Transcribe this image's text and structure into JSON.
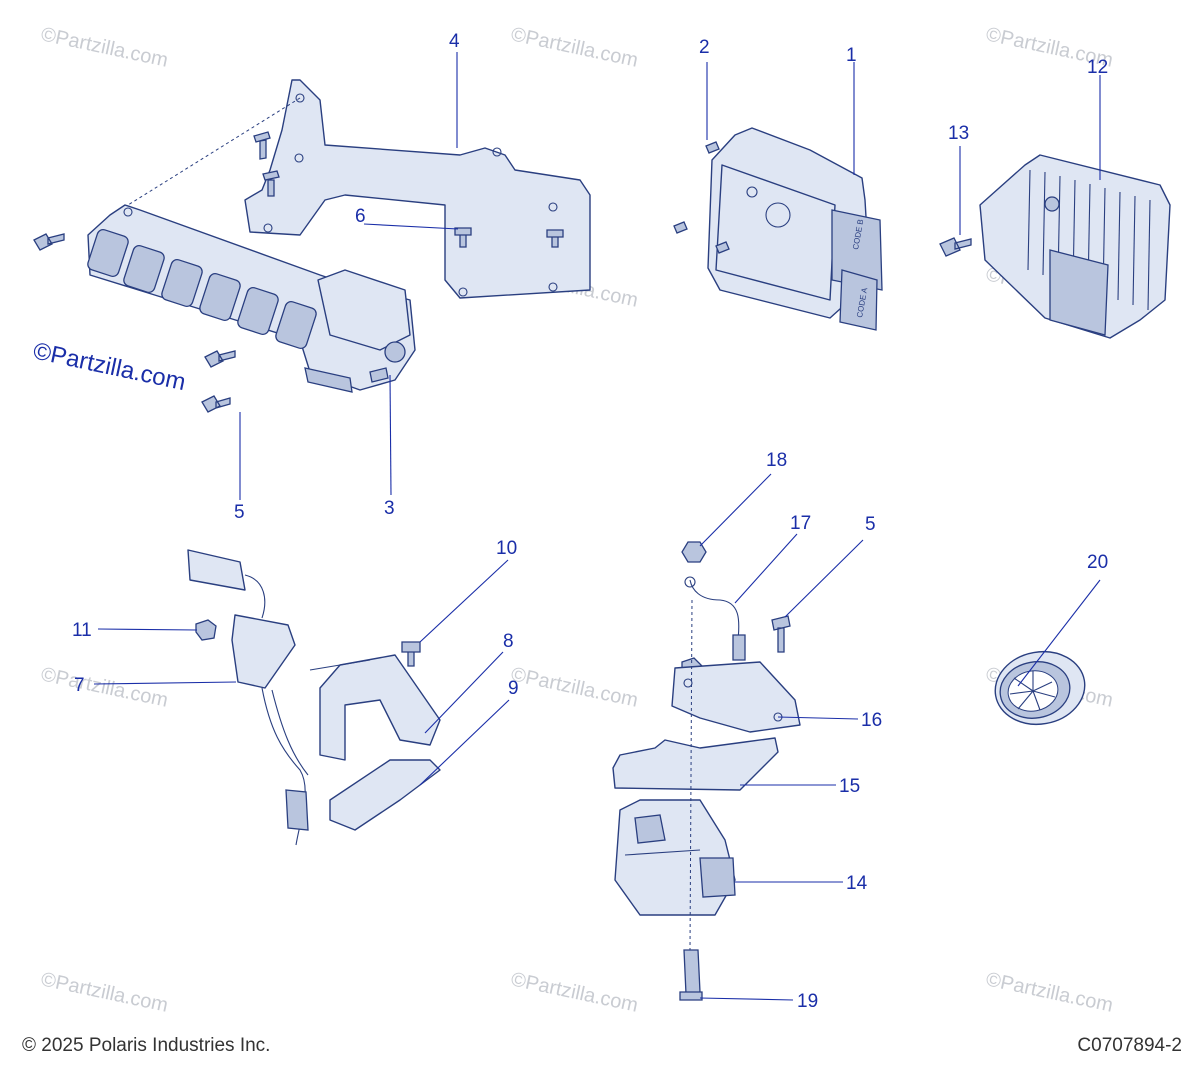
{
  "watermark": "©Partzilla.com",
  "brand_watermark": "©Partzilla.com",
  "callouts": {
    "c1": "1",
    "c2": "2",
    "c3": "3",
    "c4": "4",
    "c5a": "5",
    "c5b": "5",
    "c6": "6",
    "c7": "7",
    "c8": "8",
    "c9": "9",
    "c10": "10",
    "c11": "11",
    "c12": "12",
    "c13": "13",
    "c14": "14",
    "c15": "15",
    "c16": "16",
    "c17": "17",
    "c18": "18",
    "c19": "19",
    "c20": "20"
  },
  "module_labels": {
    "code_b": "CODE B",
    "code_a": "CODE A"
  },
  "footer": {
    "copyright": "© 2025 Polaris Industries Inc.",
    "diagram_id": "C0707894-2"
  },
  "colors": {
    "callout": "#1a2ea8",
    "line_art": "#2a3f80",
    "part_fill": "#dfe6f3"
  }
}
